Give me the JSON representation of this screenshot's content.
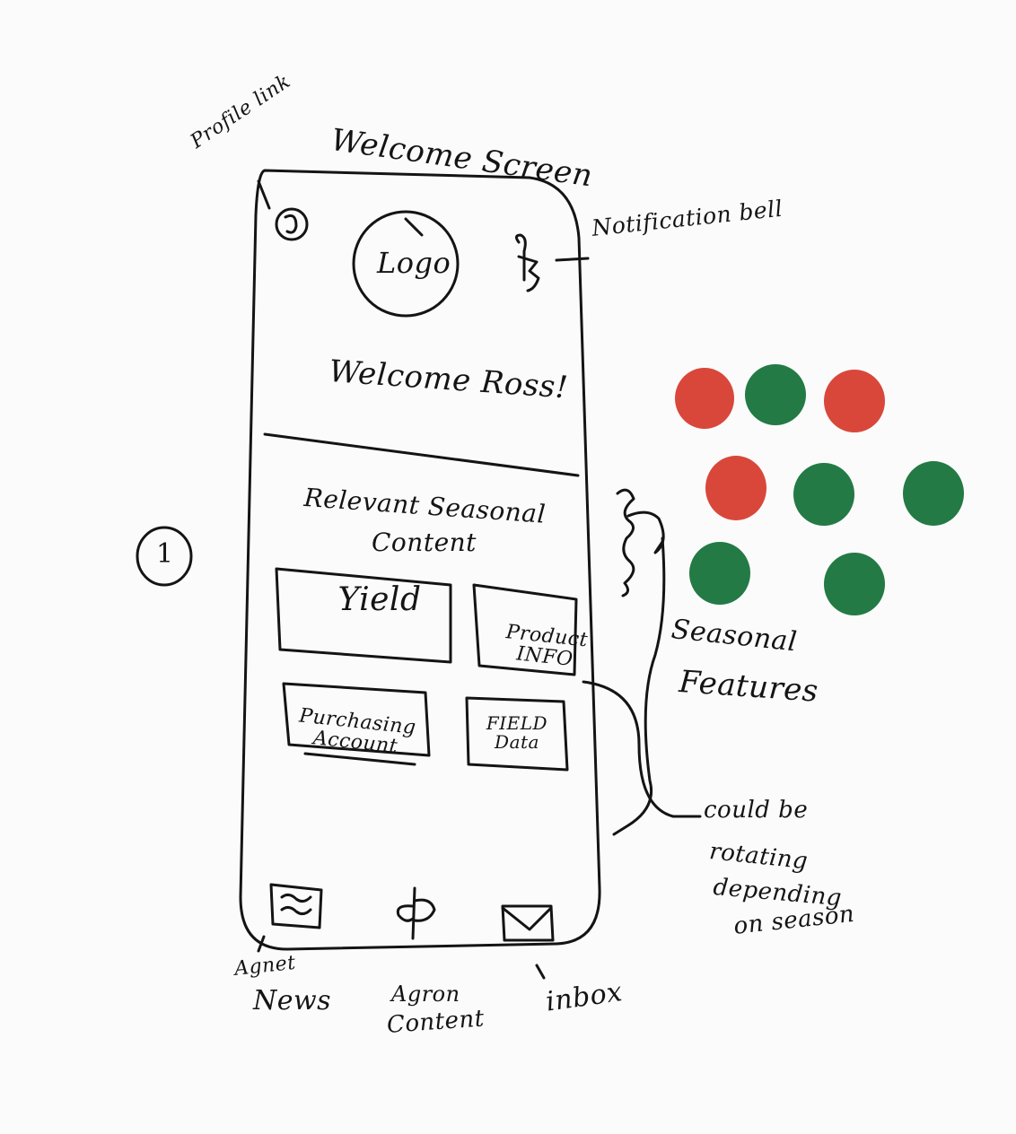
{
  "sketch": {
    "screen_title": "Welcome Screen",
    "step_marker": "1",
    "header": {
      "profile_annotation": "Profile link",
      "logo_text": "Logo",
      "notification_annotation": "Notification bell"
    },
    "greeting": "Welcome Ross!",
    "section_heading_line1": "Relevant Seasonal",
    "section_heading_line2": "Content",
    "tiles": [
      {
        "label": "Yield"
      },
      {
        "label": "Product INFO"
      },
      {
        "label": "Purchasing Account"
      },
      {
        "label": "FIELD Data"
      }
    ],
    "annotations": {
      "seasonal_line1": "Seasonal",
      "seasonal_line2": "Features",
      "rotating_line1": "could be",
      "rotating_line2": "rotating",
      "rotating_line3": "depending",
      "rotating_line4": "on season"
    },
    "bottom_nav": [
      {
        "line1": "Agnet",
        "line2": "News",
        "icon": "newspaper-icon"
      },
      {
        "line1": "Agron",
        "line2": "Content",
        "icon": "plant-icon"
      },
      {
        "line1": "inbox",
        "line2": "",
        "icon": "envelope-icon"
      }
    ]
  },
  "colors": {
    "ink": "#141414",
    "red_dot": "#d9473b",
    "green_dot": "#237a45"
  },
  "dots": [
    {
      "color": "red"
    },
    {
      "color": "green"
    },
    {
      "color": "red"
    },
    {
      "color": "red"
    },
    {
      "color": "green"
    },
    {
      "color": "green"
    },
    {
      "color": "green"
    },
    {
      "color": "green"
    }
  ]
}
